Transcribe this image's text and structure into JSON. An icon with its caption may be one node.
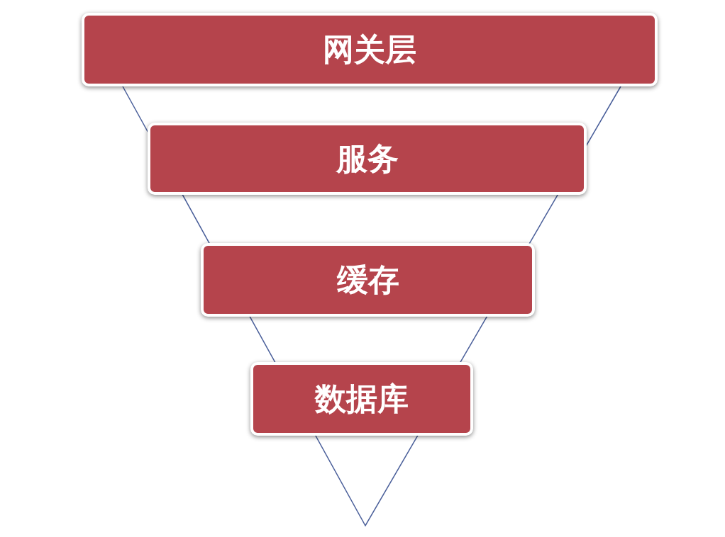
{
  "diagram": {
    "nodes": [
      {
        "text": [
          "网关层"
        ]
      },
      {
        "text": [
          "服务"
        ]
      },
      {
        "text": [
          "缓存"
        ]
      },
      {
        "text": [
          "数据库"
        ]
      }
    ]
  }
}
